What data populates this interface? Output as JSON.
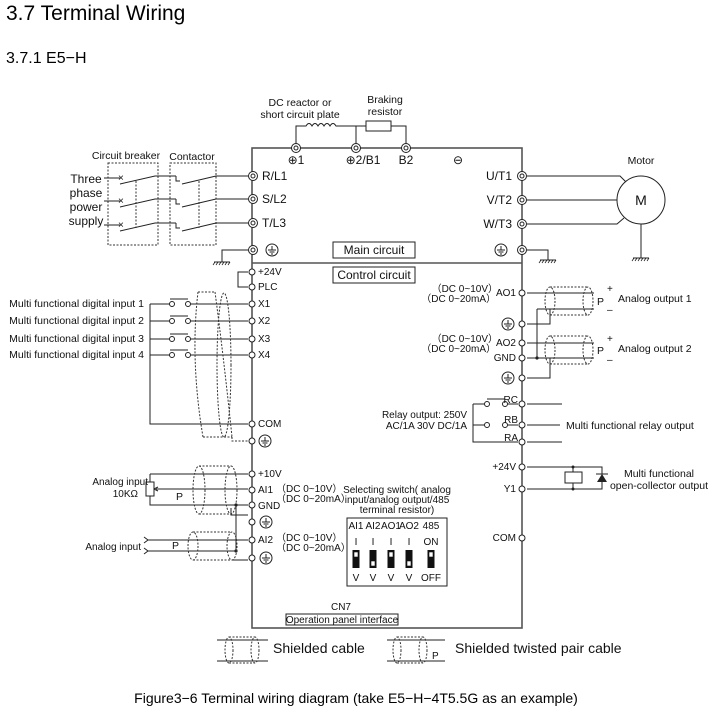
{
  "document": {
    "section_title": "3.7 Terminal Wiring",
    "subsection_title": "3.7.1 E5−H",
    "figure_caption": "Figure3−6 Terminal wiring diagram (take E5−H−4T5.5G as an example)"
  },
  "diagram": {
    "top": {
      "dc_reactor_label_1": "DC reactor or",
      "dc_reactor_label_2": "short circuit plate",
      "braking_resistor_label_1": "Braking",
      "braking_resistor_label_2": "resistor",
      "terminals": [
        "⊕1",
        "⊕2/B1",
        "B2",
        "⊖"
      ]
    },
    "power_input": {
      "circuit_breaker_label": "Circuit breaker",
      "contactor_label": "Contactor",
      "supply_label": [
        "Three",
        "phase",
        "power",
        "supply"
      ],
      "terminals": [
        "R/L1",
        "S/L2",
        "T/L3"
      ]
    },
    "motor_output": {
      "terminals": [
        "U/T1",
        "V/T2",
        "W/T3"
      ],
      "motor_label": "Motor",
      "motor_symbol": "M"
    },
    "sections": {
      "main_circuit": "Main circuit",
      "control_circuit": "Control circuit"
    },
    "digital_inputs": {
      "terminals": [
        "+24V",
        "PLC",
        "X1",
        "X2",
        "X3",
        "X4",
        "COM"
      ],
      "labels": [
        "Multi functional digital input 1",
        "Multi functional digital input 2",
        "Multi functional digital input 3",
        "Multi functional digital input 4"
      ]
    },
    "analog_inputs": {
      "terminals": [
        "+10V",
        "AI1",
        "GND",
        "AI2"
      ],
      "ai1_range_1": "（DC 0~10V）",
      "ai1_range_2": "（DC 0~20mA）",
      "ai2_range_1": "（DC 0~10V）",
      "ai2_range_2": "（DC 0~20mA）",
      "pot_label_1": "Analog input",
      "pot_label_2": "10KΩ",
      "analog_input_2_label": "Analog input",
      "pair_marker": "P"
    },
    "selecting_switch": {
      "label_1": "Selecting switch( analog",
      "label_2": "input/analog output/485",
      "label_3": "terminal resistor)",
      "columns": [
        "AI1",
        "AI2",
        "AO1",
        "AO2",
        "485"
      ],
      "top_labels": [
        "I",
        "I",
        "I",
        "I",
        "ON"
      ],
      "bottom_labels": [
        "V",
        "V",
        "V",
        "V",
        "OFF"
      ]
    },
    "analog_outputs": {
      "ao1_range_1": "（DC 0~10V）",
      "ao1_range_2": "（DC 0~20mA）",
      "ao2_range_1": "（DC 0~10V）",
      "ao2_range_2": "（DC 0~20mA）",
      "terminals": [
        "AO1",
        "AO2",
        "GND"
      ],
      "output_1_label": "Analog output 1",
      "output_2_label": "Analog output 2",
      "plus": "+",
      "minus": "–",
      "pair_marker": "P"
    },
    "relay": {
      "rating_1": "Relay output: 250V",
      "rating_2": "AC/1A  30V  DC/1A",
      "terminals": [
        "RC",
        "RB",
        "RA"
      ],
      "output_label": "Multi functional relay output"
    },
    "open_collector": {
      "terminals": [
        "+24V",
        "Y1",
        "COM"
      ],
      "label_1": "Multi functional",
      "label_2": "open-collector output"
    },
    "panel": {
      "connector": "CN7",
      "label": "Operation panel interface"
    },
    "legend": {
      "shielded_cable": "Shielded cable",
      "shielded_twisted_pair": "Shielded twisted pair cable",
      "pair_marker": "P"
    }
  }
}
